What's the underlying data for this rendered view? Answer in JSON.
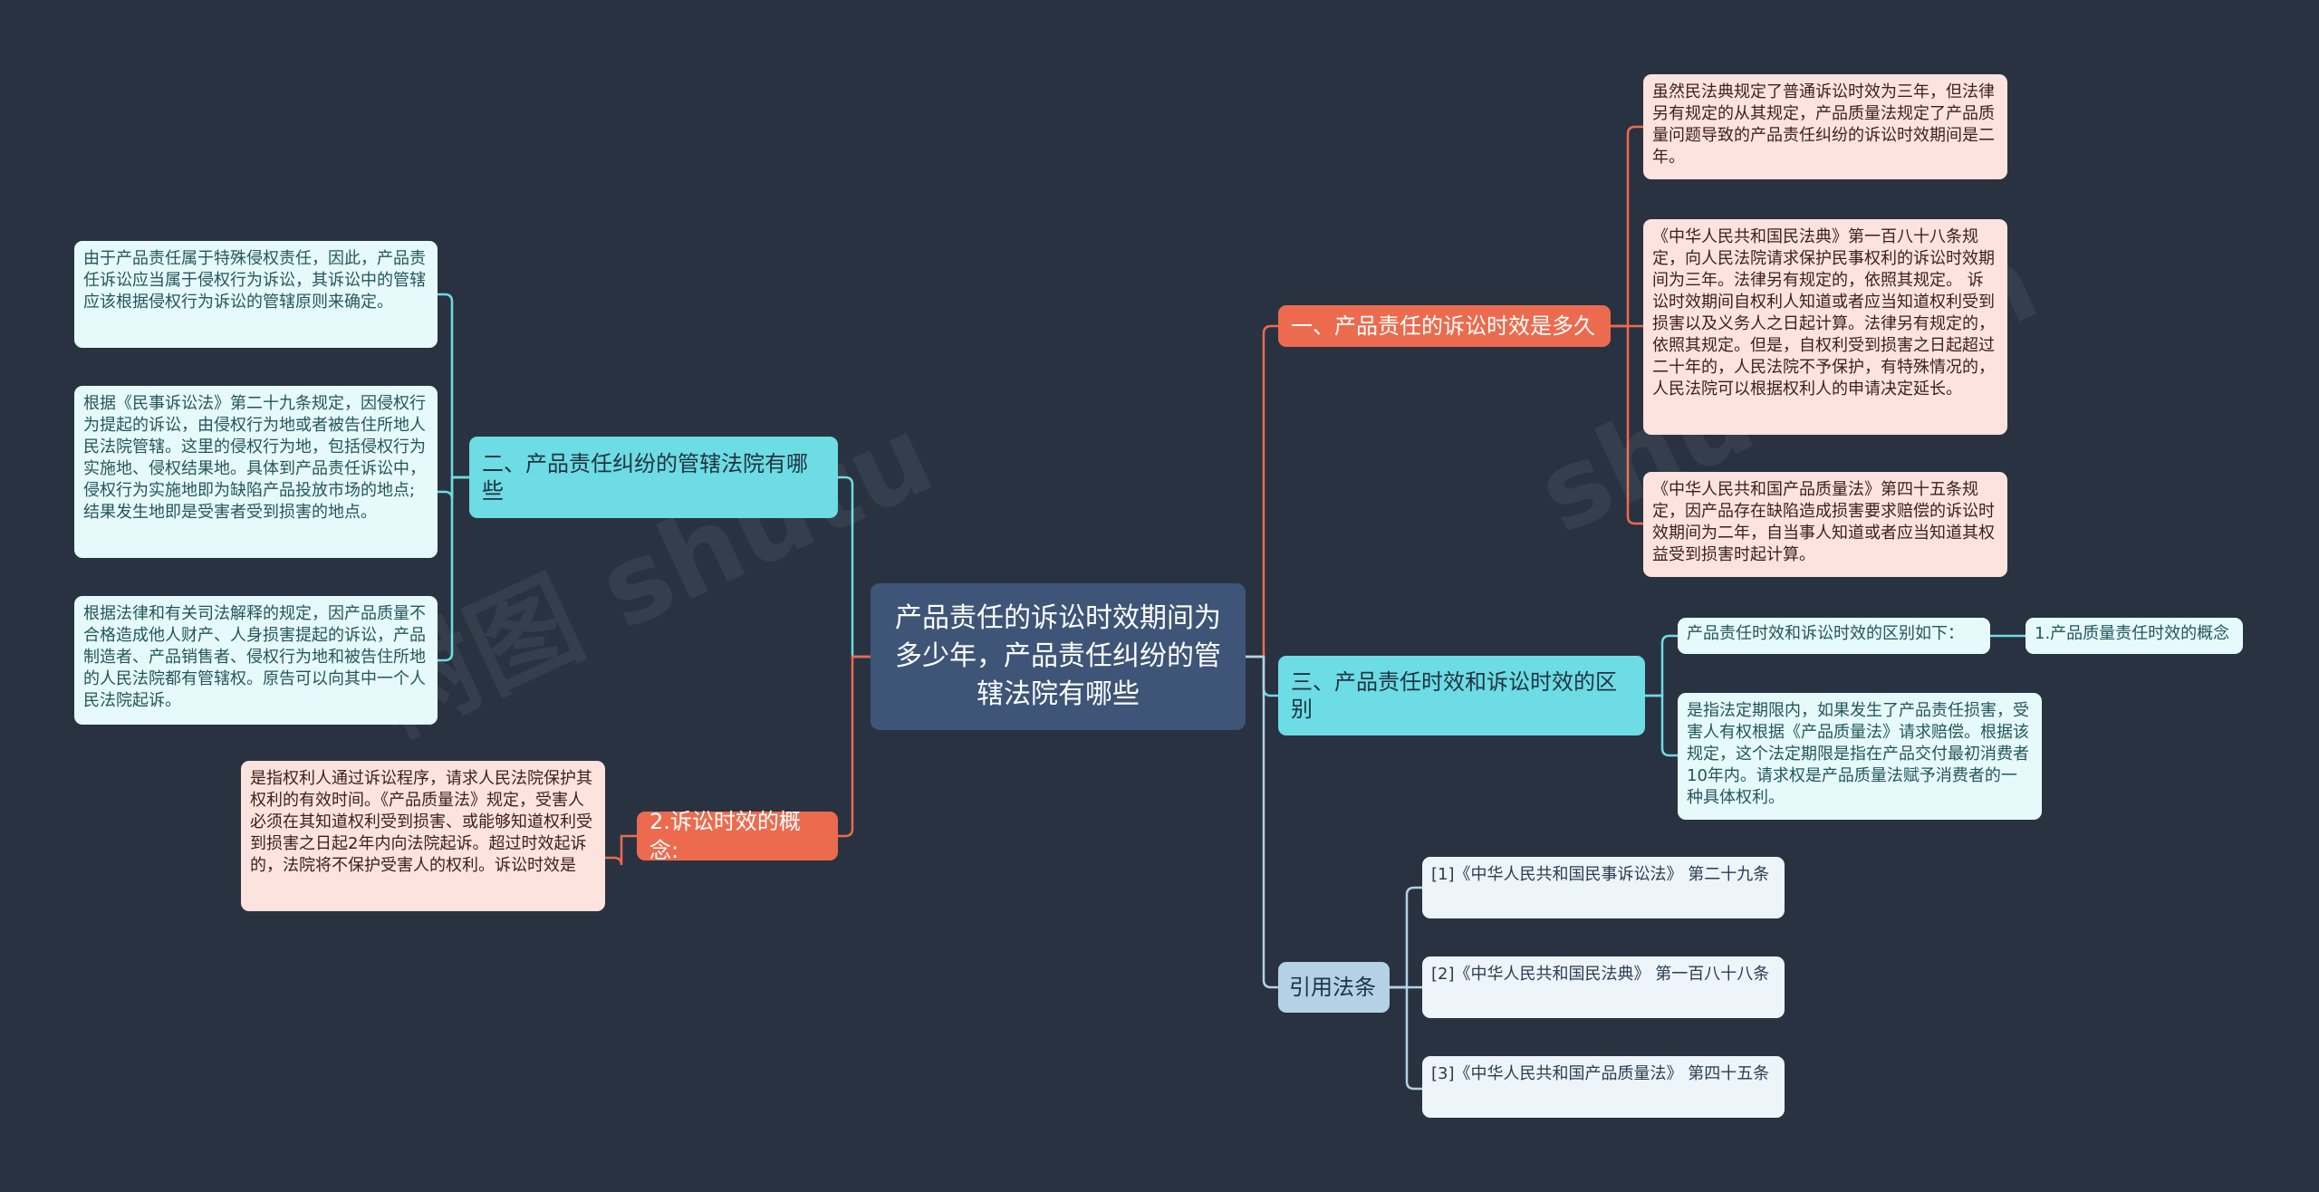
{
  "center": {
    "title": "产品责任的诉讼时效期间为多少年，产品责任纠纷的管辖法院有哪些"
  },
  "branches": {
    "time_limit": {
      "label": "一、产品责任的诉讼时效是多久",
      "leaves": [
        "虽然民法典规定了普通诉讼时效为三年，但法律另有规定的从其规定，产品质量法规定了产品质量问题导致的产品责任纠纷的诉讼时效期间是二年。",
        "《中华人民共和国民法典》第一百八十八条规定，向人民法院请求保护民事权利的诉讼时效期间为三年。法律另有规定的，依照其规定。 诉讼时效期间自权利人知道或者应当知道权利受到损害以及义务人之日起计算。法律另有规定的，依照其规定。但是，自权利受到损害之日起超过二十年的，人民法院不予保护，有特殊情况的，人民法院可以根据权利人的申请决定延长。",
        "《中华人民共和国产品质量法》第四十五条规定，因产品存在缺陷造成损害要求赔偿的诉讼时效期间为二年，自当事人知道或者应当知道其权益受到损害时起计算。"
      ]
    },
    "difference": {
      "label": "三、产品责任时效和诉讼时效的区别",
      "sub_label": "产品责任时效和诉讼时效的区别如下：",
      "sub_child": "1.产品质量责任时效的概念",
      "leaf": "是指法定期限内，如果发生了产品责任损害，受害人有权根据《产品质量法》请求赔偿。根据该规定，这个法定期限是指在产品交付最初消费者10年内。请求权是产品质量法赋予消费者的一种具体权利。"
    },
    "references": {
      "label": "引用法条",
      "items": [
        "[1]《中华人民共和国民事诉讼法》 第二十九条",
        "[2]《中华人民共和国民法典》 第一百八十八条",
        "[3]《中华人民共和国产品质量法》 第四十五条"
      ]
    },
    "jurisdiction": {
      "label": "二、产品责任纠纷的管辖法院有哪些",
      "leaves": [
        "由于产品责任属于特殊侵权责任，因此，产品责任诉讼应当属于侵权行为诉讼，其诉讼中的管辖应该根据侵权行为诉讼的管辖原则来确定。",
        "根据《民事诉讼法》第二十九条规定，因侵权行为提起的诉讼，由侵权行为地或者被告住所地人民法院管辖。这里的侵权行为地，包括侵权行为实施地、侵权结果地。具体到产品责任诉讼中，侵权行为实施地即为缺陷产品投放市场的地点;结果发生地即是受害者受到损害的地点。",
        "根据法律和有关司法解释的规定，因产品质量不合格造成他人财产、人身损害提起的诉讼，产品制造者、产品销售者、侵权行为地和被告住所地的人民法院都有管辖权。原告可以向其中一个人民法院起诉。"
      ]
    },
    "concept": {
      "label": "2.诉讼时效的概念:",
      "leaf": "是指权利人通过诉讼程序，请求人民法院保护其权利的有效时间。《产品质量法》规定，受害人必须在其知道权利受到损害、或能够知道权利受到损害之日起2年内向法院起诉。超过时效起诉的，法院将不保护受害人的权利。诉讼时效是"
    }
  },
  "colors": {
    "background": "#293241",
    "center": "#3e5577",
    "orange": "#ec6b4e",
    "cyan": "#6ddce4",
    "blue": "#b5d1e6",
    "pink_leaf": "#fde3dd",
    "cyan_leaf": "#e6fafb",
    "blue_leaf": "#edf4fa"
  }
}
